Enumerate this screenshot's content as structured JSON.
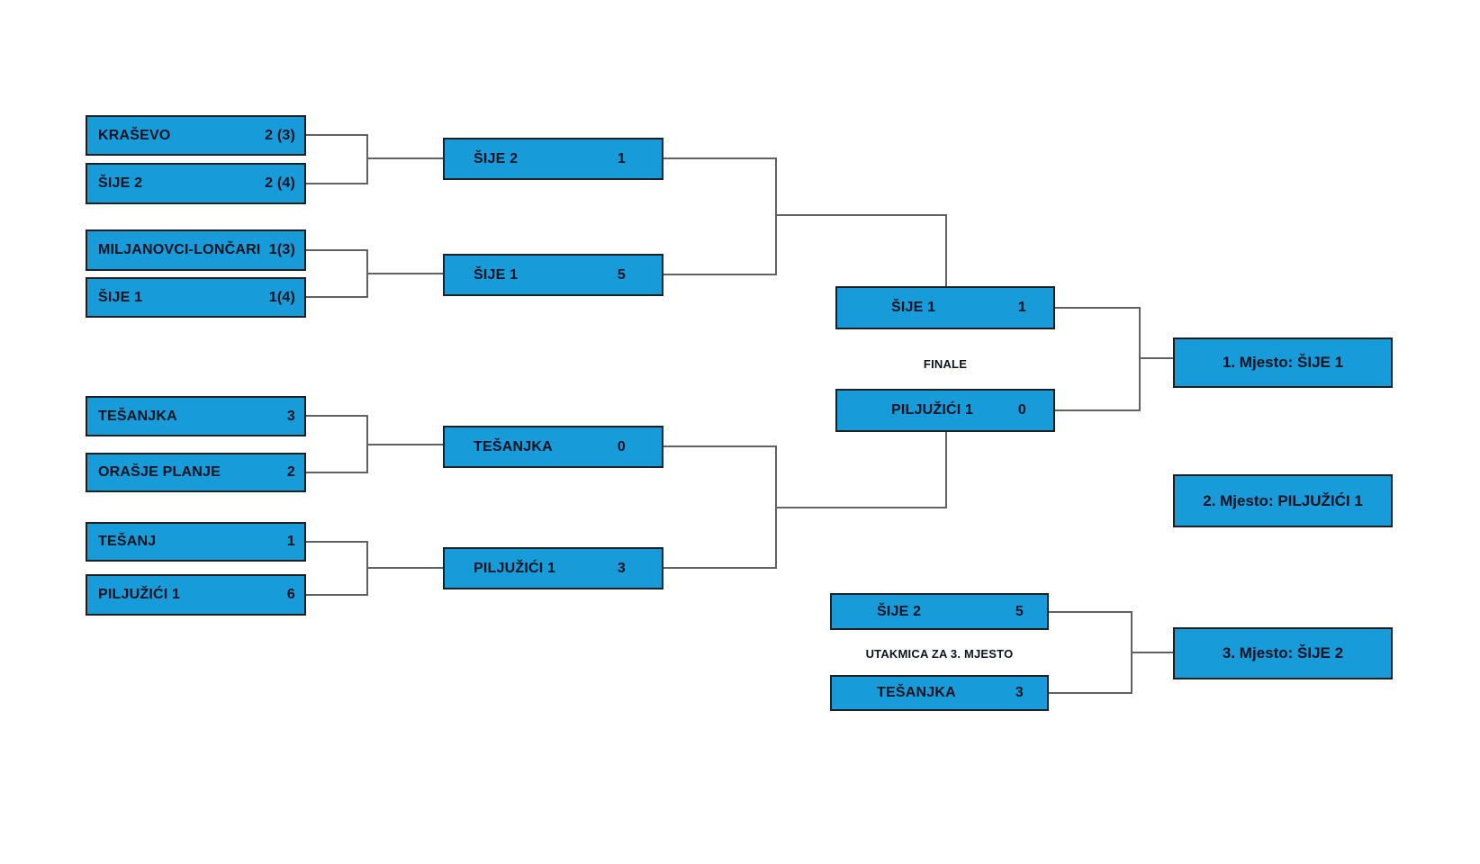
{
  "colors": {
    "box_fill": "#189BD9",
    "box_border": "#1F1F1F",
    "line": "#616161",
    "text": "#0D1321"
  },
  "round1": [
    {
      "name": "KRAŠEVO",
      "score": "2 (3)"
    },
    {
      "name": "ŠIJE 2",
      "score": "2 (4)"
    },
    {
      "name": "MILJANOVCI-LONČARI",
      "score": "1(3)"
    },
    {
      "name": "ŠIJE 1",
      "score": "1(4)"
    },
    {
      "name": "TEŠANJKA",
      "score": "3"
    },
    {
      "name": "ORAŠJE PLANJE",
      "score": "2"
    },
    {
      "name": "TEŠANJ",
      "score": "1"
    },
    {
      "name": "PILJUŽIĆI 1",
      "score": "6"
    }
  ],
  "semifinals": [
    {
      "name": "ŠIJE 2",
      "score": "1"
    },
    {
      "name": "ŠIJE 1",
      "score": "5"
    },
    {
      "name": "TEŠANJKA",
      "score": "0"
    },
    {
      "name": "PILJUŽIĆI 1",
      "score": "3"
    }
  ],
  "final": {
    "label": "FINALE",
    "teams": [
      {
        "name": "ŠIJE 1",
        "score": "1"
      },
      {
        "name": "PILJUŽIĆI 1",
        "score": "0"
      }
    ]
  },
  "third_place_match": {
    "label": "UTAKMICA ZA 3. MJESTO",
    "teams": [
      {
        "name": "ŠIJE 2",
        "score": "5"
      },
      {
        "name": "TEŠANJKA",
        "score": "3"
      }
    ]
  },
  "placements": [
    {
      "label": "1. Mjesto: ŠIJE 1"
    },
    {
      "label": "2. Mjesto: PILJUŽIĆI 1"
    },
    {
      "label": "3. Mjesto: ŠIJE 2"
    }
  ]
}
